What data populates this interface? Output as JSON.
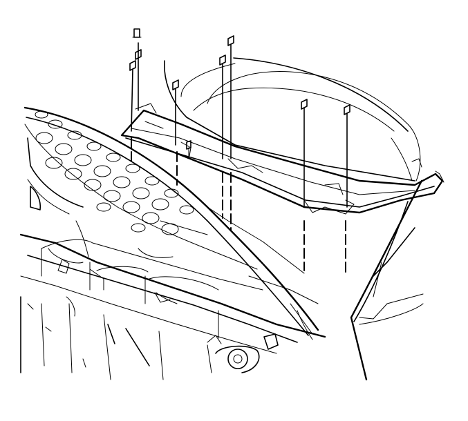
{
  "diagram": {
    "colors": {
      "line": "#000000",
      "background": "#ffffff"
    },
    "parts": [
      "hood",
      "windshield",
      "cowl-vent-grille",
      "cowl-panel",
      "fasteners"
    ],
    "fastener_count": 8
  }
}
